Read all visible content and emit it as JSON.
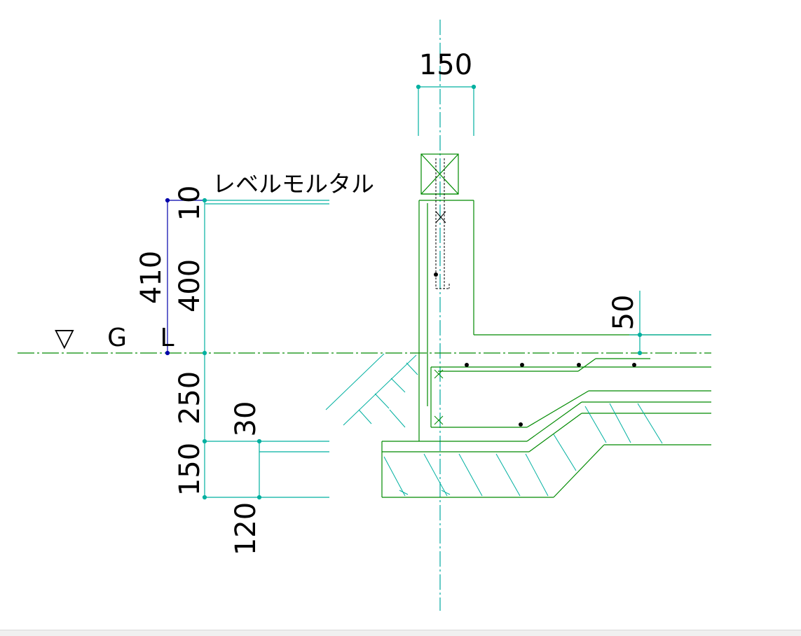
{
  "drawing": {
    "gl_label": "▽ G L",
    "mortar_label": "レベルモルタル",
    "dimensions": {
      "top_width": "150",
      "slab_offset": "50",
      "total_height": "410",
      "mortar_thickness": "10",
      "stem_height": "400",
      "footing_depth": "250",
      "base_thickness": "150",
      "blinding": "30",
      "gravel": "120"
    }
  },
  "colors": {
    "structure": "#008a00",
    "dimension": "#00b0a0",
    "centerline": "#00a8a0",
    "dim_point": "#0000aa"
  }
}
